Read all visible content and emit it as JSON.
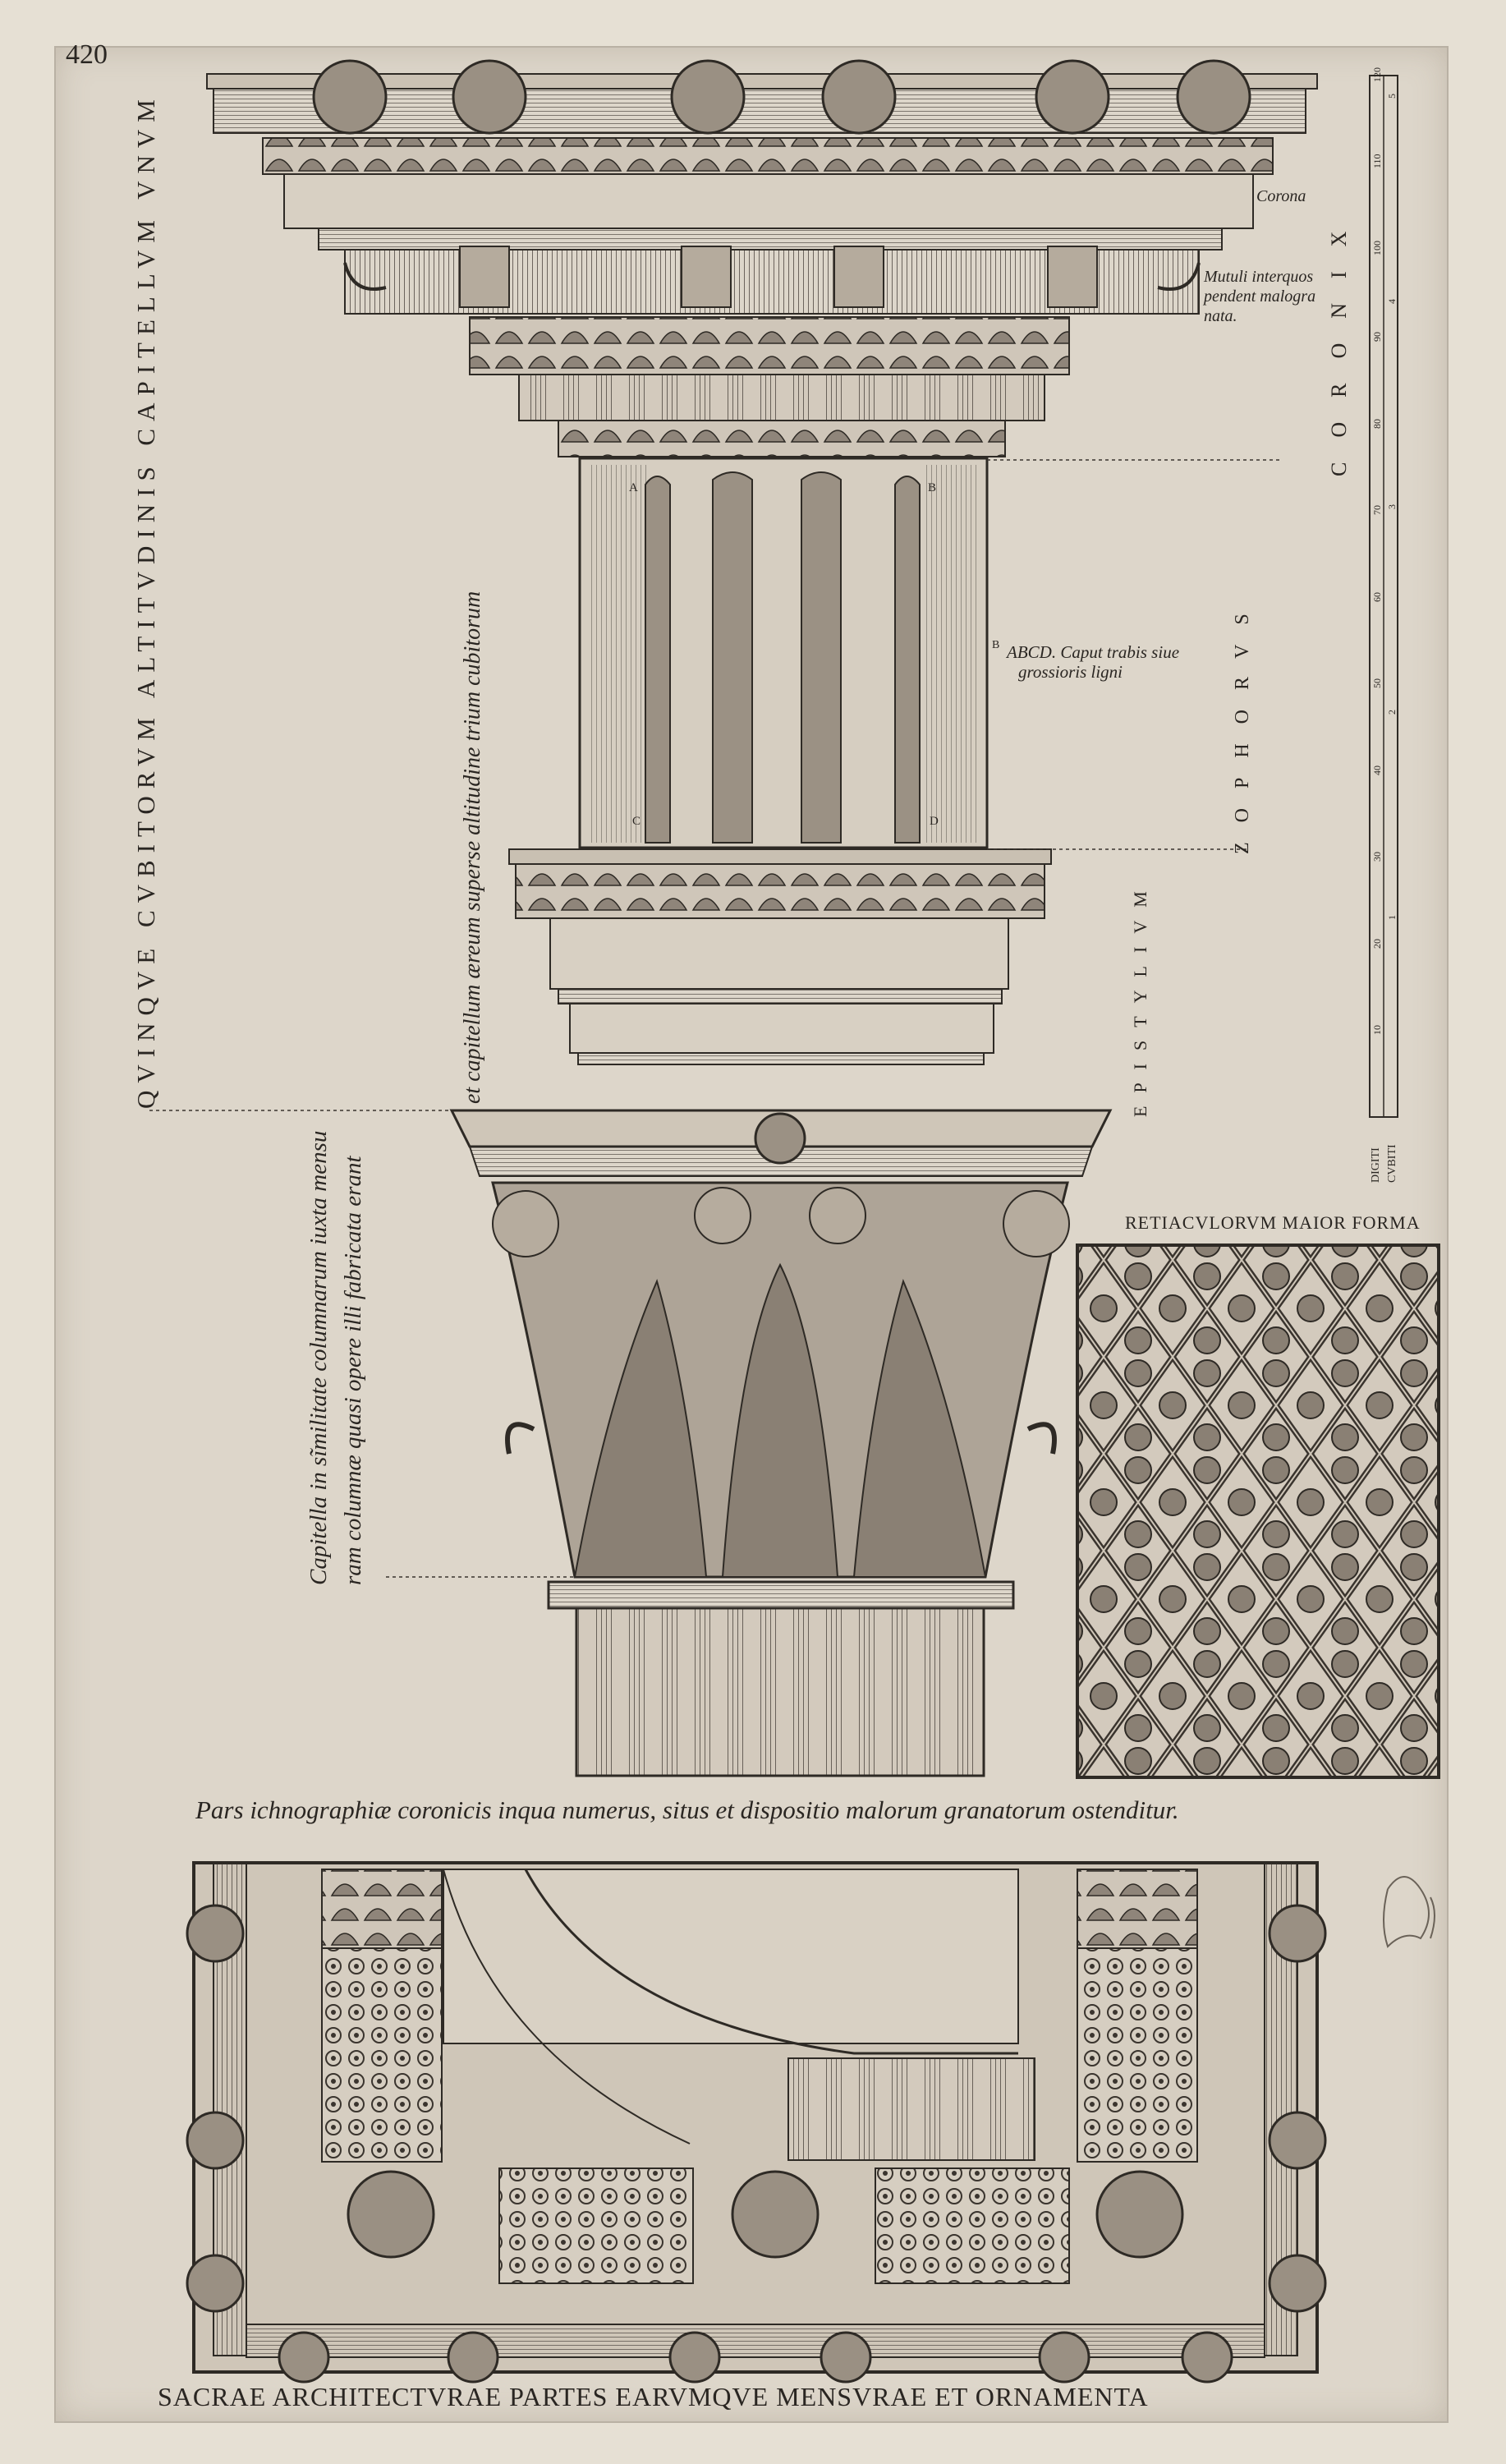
{
  "plate": {
    "page_number": "420",
    "vertical_title": "QVINQVE CVBITORVM ALTITVDINIS CAPITELLVM VNVM",
    "note_upper": "et capitellum æreum superse altitudine trium cubitorum",
    "note_lower_line1": "Capitella in sĩmilitate columnarum iuxta mensu",
    "note_lower_line2": "ram columnæ quasi opere illi fabricata erant",
    "bottom_title": "SACRAE ARCHITECTVRAE PARTES EARVMQVE MENSVRAE ET ORNAMENTA",
    "plan_caption": "Pars ichnographiæ coronicis inqua numerus, situs et dispositio malorum granatorum ostenditur."
  },
  "labels": {
    "corona": "Corona",
    "mutuli_1": "Mutuli interquos",
    "mutuli_2": "pendent malogra",
    "mutuli_3": "nata.",
    "abcd_1": "ABCD. Caput trabis siue",
    "abcd_2": "grossioris ligni",
    "letter_a": "A",
    "letter_b": "B",
    "letter_c": "C",
    "letter_d": "D",
    "letter_b2": "B",
    "zophorus": "ZOPHORVS",
    "coronix": "CORONIX",
    "epistylium": "EPISTYLIVM",
    "reticulorum": "RETIACVLORVM MAIOR FORMA"
  },
  "scale": {
    "digiti": "DIGITI",
    "cubiti": "CVBITI",
    "digit_ticks": [
      "10",
      "20",
      "30",
      "40",
      "50",
      "60",
      "70",
      "80",
      "90",
      "100",
      "110",
      "120"
    ],
    "cubit_ticks": [
      "1",
      "2",
      "3",
      "4",
      "5"
    ]
  }
}
